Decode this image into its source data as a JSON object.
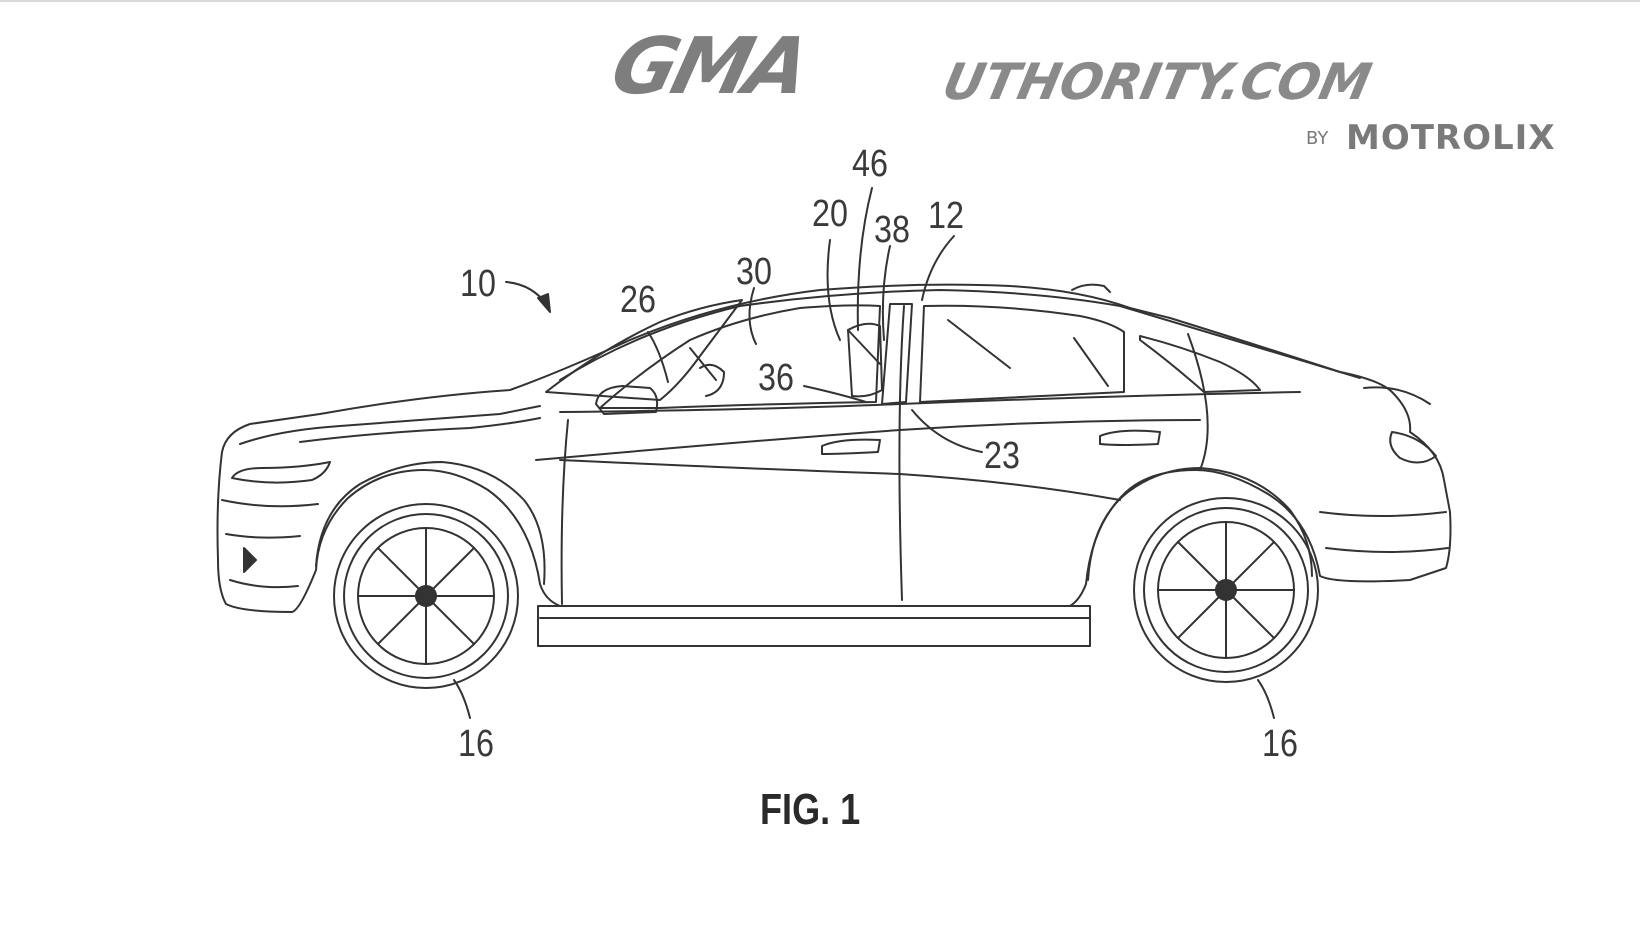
{
  "watermark": {
    "logo_primary": "GMA",
    "logo_secondary": "UTHORITY.COM",
    "by_label": "BY",
    "company": "MOTROLIX"
  },
  "figure": {
    "caption": "FIG. 1",
    "reference_numerals": {
      "vehicle": "10",
      "body": "12",
      "wheel_front": "16",
      "wheel_rear": "16",
      "item_20": "20",
      "item_23": "23",
      "item_26": "26",
      "item_30": "30",
      "item_36": "36",
      "item_38": "38",
      "item_46": "46"
    }
  },
  "colors": {
    "line": "#333333",
    "logo": "#808080",
    "background": "#ffffff"
  }
}
